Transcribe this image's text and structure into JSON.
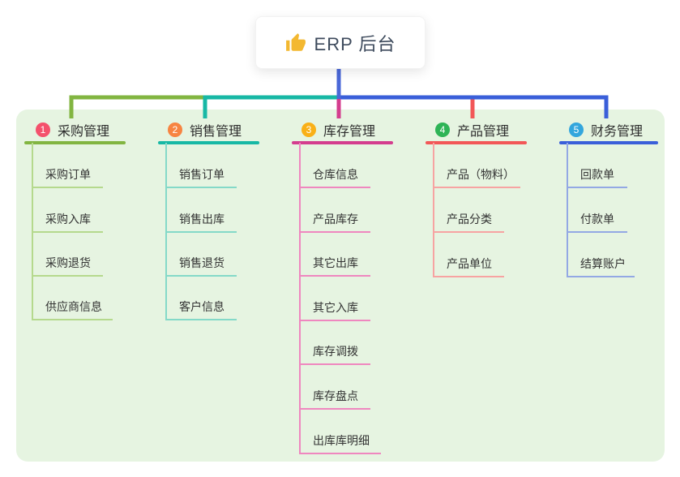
{
  "canvas": {
    "background": "#ffffff",
    "panel_background": "#e6f4e1"
  },
  "root": {
    "label": "ERP 后台",
    "icon": "thumbs-up-icon",
    "icon_color": "#f3b831",
    "stem_color": "#4a68d8"
  },
  "branches": [
    {
      "num": "1",
      "label": "采购管理",
      "badge_color": "#f4516c",
      "line_color": "#82b541",
      "child_line_color": "#b5d98d",
      "children": [
        "采购订单",
        "采购入库",
        "采购退货",
        "供应商信息"
      ]
    },
    {
      "num": "2",
      "label": "销售管理",
      "badge_color": "#f78441",
      "line_color": "#17b8a5",
      "child_line_color": "#84d9c8",
      "children": [
        "销售订单",
        "销售出库",
        "销售退货",
        "客户信息"
      ]
    },
    {
      "num": "3",
      "label": "库存管理",
      "badge_color": "#f9b017",
      "line_color": "#d43d8e",
      "child_line_color": "#ef87bf",
      "children": [
        "仓库信息",
        "产品库存",
        "其它出库",
        "其它入库",
        "库存调拨",
        "库存盘点",
        "出库库明细"
      ]
    },
    {
      "num": "4",
      "label": "产品管理",
      "badge_color": "#2eb456",
      "line_color": "#f25757",
      "child_line_color": "#f7a3a2",
      "children": [
        "产品（物料）",
        "产品分类",
        "产品单位"
      ]
    },
    {
      "num": "5",
      "label": "财务管理",
      "badge_color": "#33a6dd",
      "line_color": "#3a5fd9",
      "child_line_color": "#93a8e4",
      "children": [
        "回款单",
        "付款单",
        "结算账户"
      ]
    }
  ]
}
